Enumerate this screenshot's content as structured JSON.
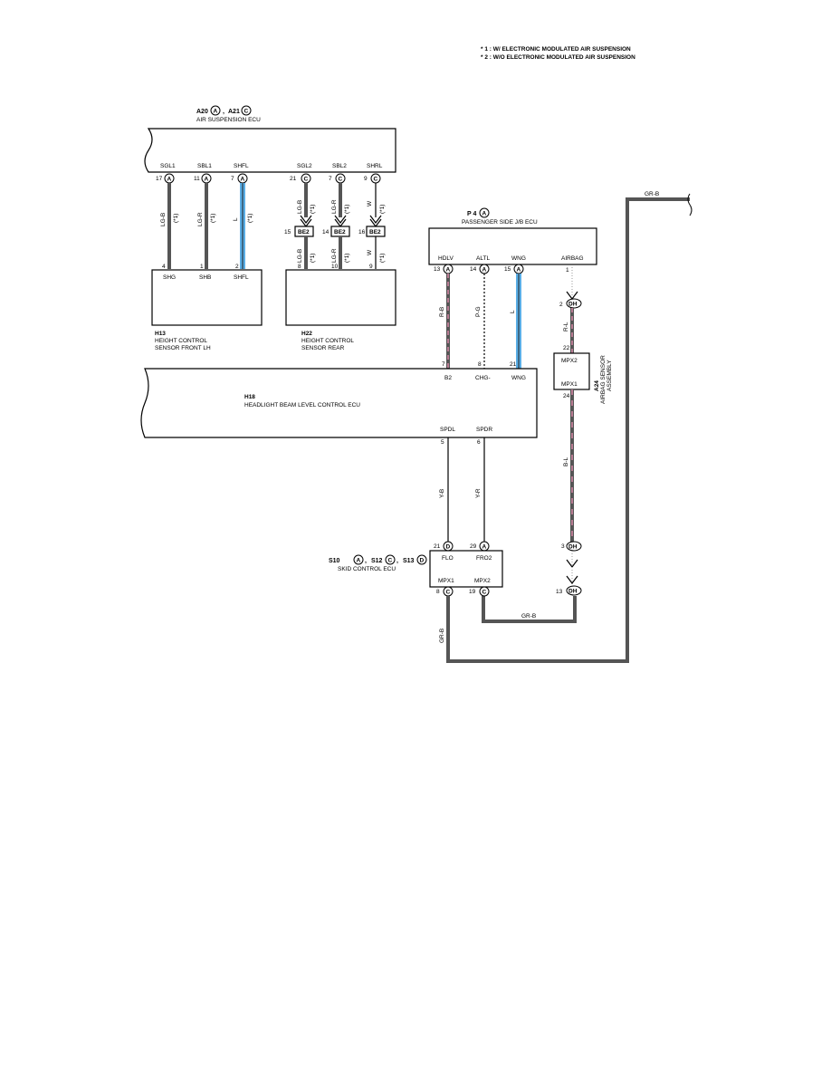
{
  "notes": {
    "note1": "* 1 : W/ ELECTRONIC MODULATED AIR SUSPENSION",
    "note2": "* 2 : W/O ELECTRONIC MODULATED AIR SUSPENSION"
  },
  "air_suspension_ecu": {
    "code1": "A20",
    "conn1": "A",
    "code2": "A21",
    "conn2": "C",
    "name": "AIR SUSPENSION ECU",
    "terminals": [
      {
        "label": "SGL1",
        "pin": "17",
        "conn": "A"
      },
      {
        "label": "SBL1",
        "pin": "11",
        "conn": "A"
      },
      {
        "label": "SHFL",
        "pin": "7",
        "conn": "A"
      },
      {
        "label": "SGL2",
        "pin": "21",
        "conn": "C"
      },
      {
        "label": "SBL2",
        "pin": "7",
        "conn": "C"
      },
      {
        "label": "SHRL",
        "pin": "9",
        "conn": "C"
      }
    ]
  },
  "wires": {
    "lgb": "LG-B",
    "lgr": "LG-R",
    "l": "L",
    "w": "W",
    "star1": "(*1)",
    "rb": "R-B",
    "pg": "P-G",
    "rl": "R-L",
    "bl": "B-L",
    "yb": "Y-B",
    "yr": "Y-R",
    "grb": "GR-B"
  },
  "junction": {
    "label": "BE2",
    "pins": [
      "15",
      "14",
      "16"
    ]
  },
  "h13": {
    "code": "H13",
    "name1": "HEIGHT CONTROL",
    "name2": "SENSOR FRONT LH",
    "terminals": [
      {
        "label": "SHG",
        "pin": "4"
      },
      {
        "label": "SHB",
        "pin": "1"
      },
      {
        "label": "SHFL",
        "pin": "2"
      }
    ]
  },
  "h22": {
    "code": "H22",
    "name1": "HEIGHT CONTROL",
    "name2": "SENSOR REAR",
    "pins": [
      "8",
      "10",
      "9"
    ]
  },
  "p4": {
    "code": "P 4",
    "conn": "A",
    "name": "PASSENGER SIDE J/B ECU",
    "terminals": [
      {
        "label": "HDLV",
        "pin": "13",
        "conn": "A"
      },
      {
        "label": "ALTL",
        "pin": "14",
        "conn": "A"
      },
      {
        "label": "WNG",
        "pin": "15",
        "conn": "A"
      },
      {
        "label": "AIRBAG",
        "pin": "1",
        "conn": ""
      }
    ]
  },
  "dh": {
    "conn": "DH",
    "pin_top": "2",
    "pin_mid": "3",
    "pin_bot": "13"
  },
  "a24": {
    "code": "A24",
    "name1": "AIRBAG SENSOR",
    "name2": "ASSEMBLY",
    "mpx2": "MPX2",
    "mpx1": "MPX1",
    "pin_top": "22",
    "pin_bot": "24"
  },
  "h18": {
    "code": "H18",
    "name": "HEADLIGHT BEAM LEVEL CONTROL ECU",
    "top_terminals": [
      {
        "label": "B2",
        "pin": "7"
      },
      {
        "label": "CHG-",
        "pin": "8"
      },
      {
        "label": "WNG",
        "pin": "21"
      }
    ],
    "bottom_terminals": [
      {
        "label": "SPDL",
        "pin": "5"
      },
      {
        "label": "SPDR",
        "pin": "6"
      }
    ]
  },
  "skid": {
    "code1": "S10",
    "conn1": "A",
    "code2": "S12",
    "conn2": "C",
    "code3": "S13",
    "conn3": "D",
    "name": "SKID CONTROL ECU",
    "top_terminals": [
      {
        "label": "FLO",
        "pin": "21",
        "conn": "D"
      },
      {
        "label": "FRO2",
        "pin": "29",
        "conn": "A"
      }
    ],
    "bottom_terminals": [
      {
        "label": "MPX1",
        "pin": "8",
        "conn": "C"
      },
      {
        "label": "MPX2",
        "pin": "19",
        "conn": "C"
      }
    ]
  },
  "colors": {
    "wire_blue": "#5aaee6",
    "wire_pink": "#d98aa8",
    "wire_gray": "#555555"
  }
}
